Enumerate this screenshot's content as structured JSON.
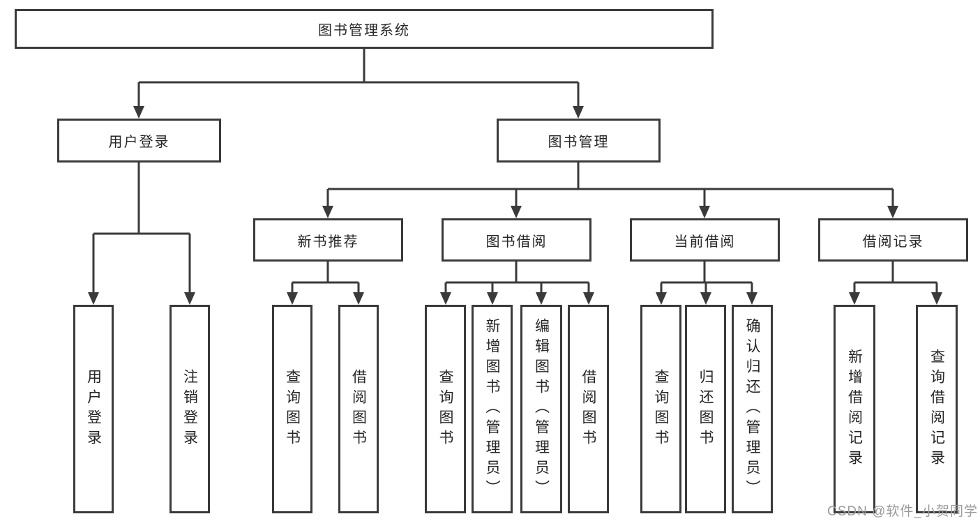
{
  "tree": {
    "root": {
      "label": "图书管理系统"
    },
    "children": [
      {
        "label": "用户登录",
        "leaves": [
          "用户登录",
          "注销登录"
        ]
      },
      {
        "label": "图书管理",
        "children": [
          {
            "label": "新书推荐",
            "leaves": [
              "查询图书",
              "借阅图书"
            ]
          },
          {
            "label": "图书借阅",
            "leaves": [
              "查询图书",
              "新增图书（管理员）",
              "编辑图书（管理员）",
              "借阅图书"
            ]
          },
          {
            "label": "当前借阅",
            "leaves": [
              "查询图书",
              "归还图书",
              "确认归还（管理员）"
            ]
          },
          {
            "label": "借阅记录",
            "leaves": [
              "新增借阅记录",
              "查询借阅记录"
            ]
          }
        ]
      }
    ]
  },
  "watermark": {
    "text": "CSDN @软件_小贺同学"
  },
  "colors": {
    "line": "#3a3a3a",
    "box_border": "#3a3a3a",
    "text": "#262626",
    "watermark": "#9b9b9b",
    "background": "#ffffff"
  }
}
